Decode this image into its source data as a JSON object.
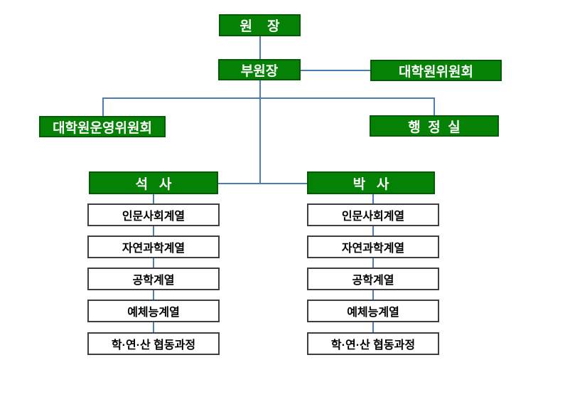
{
  "org": {
    "nodes": {
      "director": "원    장",
      "vice_director": "부원장",
      "grad_committee": "대학원위원회",
      "operating_committee": "대학원운영위원회",
      "admin_office": "행  정  실",
      "masters": "석   사",
      "doctoral": "박   사"
    },
    "masters_tracks": [
      "인문사회계열",
      "자연과학계열",
      "공학계열",
      "예체능계열",
      "학·연·산 협동과정"
    ],
    "doctoral_tracks": [
      "인문사회계열",
      "자연과학계열",
      "공학계열",
      "예체능계열",
      "학·연·산 협동과정"
    ],
    "colors": {
      "green_fill": "#058205",
      "green_border": "#035c03",
      "line_blue": "#4d7cb5",
      "white_box_border": "#3f3f3f"
    }
  }
}
